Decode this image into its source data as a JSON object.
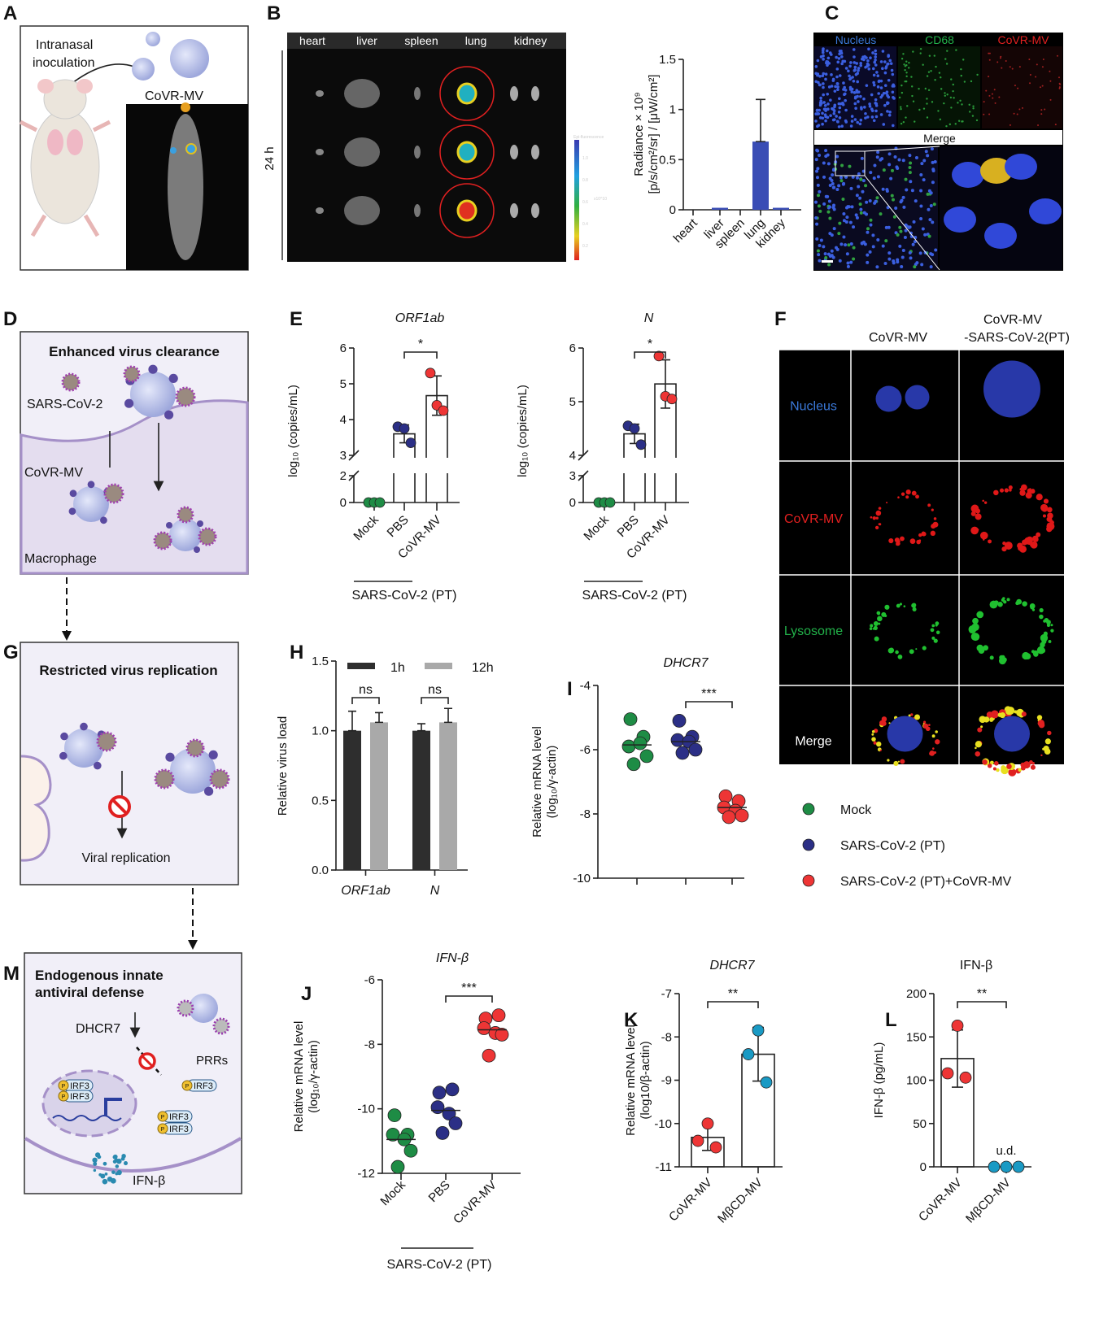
{
  "panels": {
    "A": {
      "label": "A",
      "inoculation": [
        "Intranasal",
        "inoculation"
      ],
      "agent": "CoVR-MV"
    },
    "B": {
      "label": "B",
      "organs": [
        "heart",
        "liver",
        "spleen",
        "lung",
        "kidney"
      ],
      "time": "24 h",
      "scale_title": "Epi-fluorescence",
      "scale_unit": "x10^10",
      "scale_ticks": [
        "1.0",
        "0.8",
        "0.6",
        "0.4",
        "0.2"
      ]
    },
    "C": {
      "label": "C",
      "channels": [
        "Nucleus",
        "CD68",
        "CoVR-MV"
      ],
      "merge": "Merge"
    },
    "D": {
      "label": "D",
      "title": "Enhanced virus clearance",
      "virus": "SARS-CoV-2",
      "agent": "CoVR-MV",
      "cell": "Macrophage"
    },
    "E": {
      "label": "E",
      "group_label": "SARS-CoV-2 (PT)"
    },
    "F": {
      "label": "F",
      "columns": [
        "CoVR-MV",
        "CoVR-MV",
        "-SARS-CoV-2(PT)"
      ],
      "rows": [
        "Nucleus",
        "CoVR-MV",
        "Lysosome",
        "Merge"
      ],
      "row_colors": [
        "#3a78d8",
        "#e52020",
        "#22b24a",
        "#ffffff"
      ]
    },
    "G": {
      "label": "G",
      "title": "Restricted virus replication",
      "caption": "Viral replication"
    },
    "H": {
      "label": "H"
    },
    "I": {
      "label": "I"
    },
    "J": {
      "label": "J",
      "group_label": "SARS-CoV-2 (PT)"
    },
    "K": {
      "label": "K"
    },
    "L": {
      "label": "L"
    },
    "M": {
      "label": "M",
      "title": [
        "Endogenous innate",
        "antiviral defense"
      ],
      "dhcr7": "DHCR7",
      "prrs": "PRRs",
      "irf3": "IRF3",
      "p": "P",
      "ifn": "IFN-β"
    }
  },
  "legend": [
    {
      "label": "Mock",
      "color": "#1e8c45"
    },
    {
      "label": "SARS-CoV-2 (PT)",
      "color": "#2b2f86"
    },
    {
      "label": "SARS-CoV-2 (PT)+CoVR-MV",
      "color": "#ee3535"
    }
  ],
  "chart_data": [
    {
      "id": "B",
      "type": "bar",
      "ylabel": [
        "Radiance × 10⁹",
        "[p/s/cm²/sr] / [μW/cm²]"
      ],
      "categories": [
        "heart",
        "liver",
        "spleen",
        "lung",
        "kidney"
      ],
      "values": [
        0,
        0.02,
        0,
        0.68,
        0.02
      ],
      "errors": [
        0,
        0.005,
        0,
        0.42,
        0.005
      ],
      "ylim": [
        0,
        1.5
      ],
      "yticks": [
        "0",
        "0.5",
        "1",
        "1.5"
      ],
      "ytick_values": [
        0,
        0.5,
        1,
        1.5
      ],
      "color": "#3a4db5"
    },
    {
      "id": "E1",
      "type": "bar",
      "title": "ORF1ab",
      "ylabel": "log₁₀ (copies/mL)",
      "categories": [
        "Mock",
        "PBS",
        "CoVR-MV"
      ],
      "means": [
        0,
        3.6,
        4.67
      ],
      "errors": [
        0,
        0.25,
        0.55
      ],
      "points": [
        [
          0,
          0,
          0
        ],
        [
          3.8,
          3.75,
          3.35
        ],
        [
          5.3,
          4.4,
          4.25
        ]
      ],
      "point_colors": [
        "#1e8c45",
        "#2b2f86",
        "#ee3535"
      ],
      "yticks": [
        "0",
        "2",
        "3",
        "4",
        "5",
        "6"
      ],
      "ytick_values": [
        0,
        2,
        3,
        4,
        5,
        6
      ],
      "axis_break": [
        2,
        3
      ],
      "significance": "*"
    },
    {
      "id": "E2",
      "type": "bar",
      "title": "N",
      "ylabel": "log₁₀ (copies/mL)",
      "categories": [
        "Mock",
        "PBS",
        "CoVR-MV"
      ],
      "means": [
        0,
        4.4,
        5.33
      ],
      "errors": [
        0,
        0.18,
        0.45
      ],
      "points": [
        [
          0,
          0,
          0
        ],
        [
          4.55,
          4.5,
          4.2
        ],
        [
          5.85,
          5.1,
          5.05
        ]
      ],
      "point_colors": [
        "#1e8c45",
        "#2b2f86",
        "#ee3535"
      ],
      "yticks": [
        "0",
        "3",
        "4",
        "5",
        "6"
      ],
      "ytick_values": [
        0,
        3,
        4,
        5,
        6
      ],
      "axis_break": [
        3,
        4
      ],
      "significance": "*"
    },
    {
      "id": "H",
      "type": "bar",
      "ylabel": "Relative virus load",
      "categories": [
        "ORF1ab",
        "N"
      ],
      "series": [
        {
          "name": "1h",
          "values": [
            1.0,
            1.0
          ],
          "errors": [
            0.14,
            0.05
          ],
          "color": "#2e2e2e"
        },
        {
          "name": "12h",
          "values": [
            1.06,
            1.06
          ],
          "errors": [
            0.07,
            0.1
          ],
          "color": "#a9a9a9"
        }
      ],
      "ylim": [
        0,
        1.5
      ],
      "yticks": [
        "0.0",
        "0.5",
        "1.0",
        "1.5"
      ],
      "ytick_values": [
        0,
        0.5,
        1,
        1.5
      ],
      "significance": [
        "ns",
        "ns"
      ],
      "legend": "top"
    },
    {
      "id": "I",
      "type": "scatter",
      "title": "DHCR7",
      "ylabel": [
        "Relative mRNA level",
        "(log₁₀/γ-actin)"
      ],
      "groups": [
        "Mock",
        "SARS-CoV-2 (PT)",
        "SARS-CoV-2 (PT)+CoVR-MV"
      ],
      "points": [
        [
          -5.05,
          -5.6,
          -5.9,
          -5.8,
          -6.2,
          -6.45
        ],
        [
          -5.1,
          -5.6,
          -5.7,
          -5.75,
          -6.0,
          -6.1
        ],
        [
          -7.45,
          -7.6,
          -7.8,
          -7.9,
          -8.05,
          -8.1
        ]
      ],
      "medians": [
        -5.85,
        -5.75,
        -7.8
      ],
      "point_colors": [
        "#1e8c45",
        "#2b2f86",
        "#ee3535"
      ],
      "ylim": [
        -10,
        -4
      ],
      "yticks": [
        "-10",
        "-8",
        "-6",
        "-4"
      ],
      "ytick_values": [
        -10,
        -8,
        -6,
        -4
      ],
      "significance": "***"
    },
    {
      "id": "J",
      "type": "scatter",
      "title": "IFN-β",
      "ylabel": [
        "Relative mRNA level",
        "(log₁₀/γ-actin)"
      ],
      "categories": [
        "Mock",
        "PBS",
        "CoVR-MV"
      ],
      "points": [
        [
          -10.2,
          -10.8,
          -10.8,
          -10.95,
          -11.3,
          -11.8
        ],
        [
          -9.5,
          -9.4,
          -9.95,
          -10.15,
          -10.45,
          -10.75
        ],
        [
          -7.2,
          -7.1,
          -7.5,
          -7.65,
          -7.7,
          -8.35
        ]
      ],
      "medians": [
        -10.95,
        -10.05,
        -7.55
      ],
      "point_colors": [
        "#1e8c45",
        "#2b2f86",
        "#ee3535"
      ],
      "ylim": [
        -12,
        -6
      ],
      "yticks": [
        "-12",
        "-10",
        "-8",
        "-6"
      ],
      "ytick_values": [
        -12,
        -10,
        -8,
        -6
      ],
      "significance": "***"
    },
    {
      "id": "K",
      "type": "bar",
      "title": "DHCR7",
      "ylabel": [
        "Relative mRNA level",
        "(log10/β-actin)"
      ],
      "categories": [
        "CoVR-MV",
        "MβCD-MV"
      ],
      "means": [
        -10.32,
        -8.4
      ],
      "errors": [
        0.3,
        0.62
      ],
      "points": [
        [
          -10.0,
          -10.4,
          -10.55
        ],
        [
          -7.85,
          -8.4,
          -9.05
        ]
      ],
      "point_colors": [
        "#ee3535",
        "#1a9ac4"
      ],
      "ylim": [
        -11,
        -7
      ],
      "yticks": [
        "-11",
        "-10",
        "-9",
        "-8",
        "-7"
      ],
      "ytick_values": [
        -11,
        -10,
        -9,
        -8,
        -7
      ],
      "significance": "**"
    },
    {
      "id": "L",
      "type": "bar",
      "title": "IFN-β",
      "ylabel": "IFN-β (pg/mL)",
      "categories": [
        "CoVR-MV",
        "MβCD-MV"
      ],
      "means": [
        125,
        0
      ],
      "errors": [
        33,
        0
      ],
      "points": [
        [
          163,
          108,
          103
        ],
        [
          0,
          0,
          0
        ]
      ],
      "point_colors": [
        "#ee3535",
        "#1a9ac4"
      ],
      "ylim": [
        0,
        200
      ],
      "yticks": [
        "0",
        "50",
        "100",
        "150",
        "200"
      ],
      "ytick_values": [
        0,
        50,
        100,
        150,
        200
      ],
      "significance": "**",
      "annotation": "u.d."
    }
  ]
}
